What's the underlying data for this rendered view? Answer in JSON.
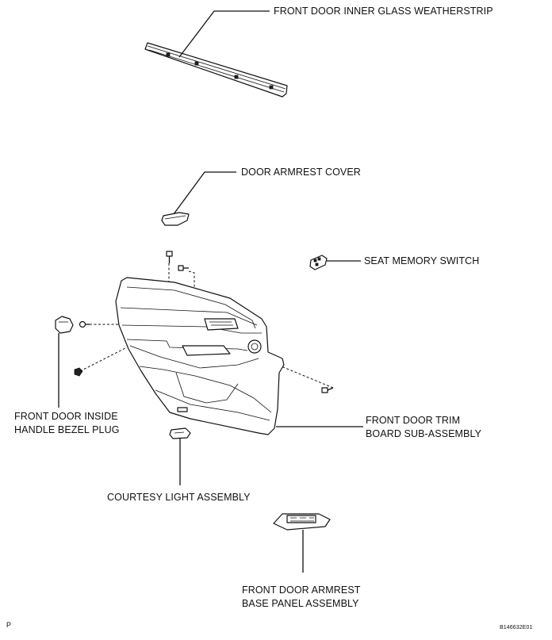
{
  "labels": {
    "weatherstrip": "FRONT DOOR INNER GLASS WEATHERSTRIP",
    "armrest_cover": "DOOR ARMREST COVER",
    "seat_memory_switch": "SEAT MEMORY SWITCH",
    "bezel_plug_line1": "FRONT DOOR INSIDE",
    "bezel_plug_line2": "HANDLE BEZEL PLUG",
    "trim_board_line1": "FRONT DOOR TRIM",
    "trim_board_line2": "BOARD SUB-ASSEMBLY",
    "courtesy_light": "COURTESY LIGHT ASSEMBLY",
    "base_panel_line1": "FRONT DOOR ARMREST",
    "base_panel_line2": "BASE PANEL ASSEMBLY"
  },
  "footer": {
    "corner_mark": "P",
    "figure_code": "B146632E01"
  },
  "icons": {
    "weatherstrip": "weatherstrip-part-icon",
    "armrest_cover": "armrest-cover-part-icon",
    "seat_memory_switch": "switch-part-icon",
    "bezel_plug": "bezel-plug-part-icon",
    "trim_board": "door-trim-panel-icon",
    "courtesy_light": "courtesy-light-part-icon",
    "base_panel": "armrest-base-panel-icon",
    "screws": "screw-icon",
    "clips": "clip-icon"
  }
}
